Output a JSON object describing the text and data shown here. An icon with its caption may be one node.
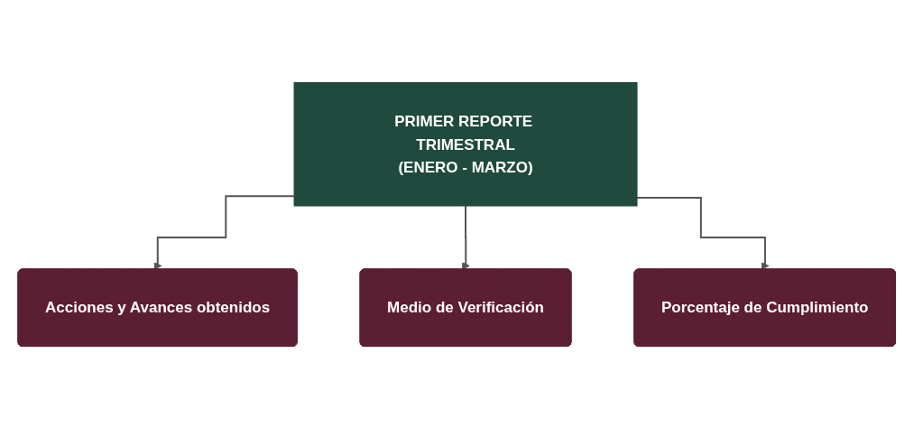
{
  "diagram": {
    "nodes": [
      {
        "text": [
          "PRIMER REPORTE TRIMESTRAL",
          "(ENERO - MARZO)"
        ]
      },
      {
        "text": [
          "Acciones y Avances obtenidos"
        ]
      },
      {
        "text": [
          "Medio de Verificación"
        ]
      },
      {
        "text": [
          "Porcentaje de Cumplimiento"
        ]
      }
    ],
    "edges": [
      {
        "from": 0,
        "to": 1,
        "arrow": "to"
      },
      {
        "from": 0,
        "to": 2,
        "arrow": "to"
      },
      {
        "from": 0,
        "to": 3,
        "arrow": "to"
      }
    ]
  }
}
